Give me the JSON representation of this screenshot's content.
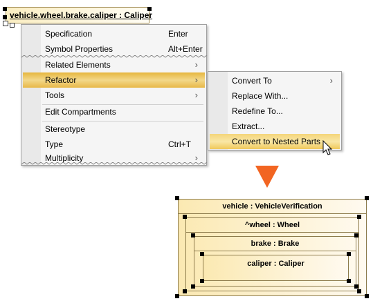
{
  "part": {
    "title": "vehicle.wheel.brake.caliper : Caliper"
  },
  "context_menu": {
    "items": [
      {
        "label": "Specification",
        "shortcut": "Enter"
      },
      {
        "label": "Symbol Properties",
        "shortcut": "Alt+Enter"
      },
      {
        "label": "Related Elements",
        "submenu": true
      },
      {
        "label": "Refactor",
        "submenu": true,
        "highlighted": true
      },
      {
        "label": "Tools",
        "submenu": true
      },
      {
        "label": "Edit Compartments"
      },
      {
        "label": "Stereotype"
      },
      {
        "label": "Type",
        "shortcut": "Ctrl+T"
      },
      {
        "label": "Multiplicity",
        "submenu": true
      }
    ]
  },
  "refactor_submenu": {
    "items": [
      {
        "label": "Convert To",
        "submenu": true
      },
      {
        "label": "Replace With..."
      },
      {
        "label": "Redefine To..."
      },
      {
        "label": "Extract..."
      },
      {
        "label": "Convert to Nested Parts",
        "highlighted": true
      }
    ]
  },
  "result_diagram": {
    "boxes": [
      {
        "label": "vehicle : VehicleVerification"
      },
      {
        "label": "^wheel : Wheel"
      },
      {
        "label": "brake : Brake"
      },
      {
        "label": "caliper : Caliper"
      }
    ]
  },
  "colors": {
    "menu_highlight": "#e6b63e",
    "arrow": "#f26522",
    "part_fill": "#fbe9b2"
  },
  "icons": {
    "submenu_arrow": "chevron-right-icon",
    "cursor": "mouse-pointer-icon",
    "down_arrow": "down-triangle-icon"
  }
}
